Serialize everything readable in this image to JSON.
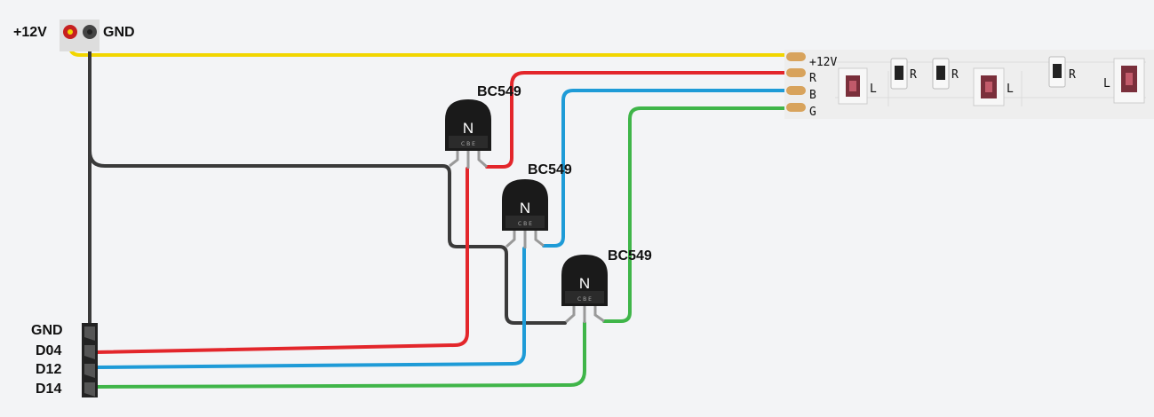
{
  "power": {
    "vplus_label": "+12V",
    "gnd_label": "GND"
  },
  "header": {
    "pins": [
      "GND",
      "D04",
      "D12",
      "D14"
    ]
  },
  "transistors": [
    {
      "label": "BC549",
      "type": "N",
      "pins": "C B E"
    },
    {
      "label": "BC549",
      "type": "N",
      "pins": "C B E"
    },
    {
      "label": "BC549",
      "type": "N",
      "pins": "C B E"
    }
  ],
  "strip": {
    "pads": [
      "+12V",
      "R",
      "B",
      "G"
    ],
    "resistor_label": "R",
    "led_label": "L"
  },
  "colors": {
    "v12": "#f2d600",
    "gnd": "#3a3a3a",
    "red": "#e3262b",
    "blue": "#1e9bd7",
    "green": "#3fb549"
  }
}
